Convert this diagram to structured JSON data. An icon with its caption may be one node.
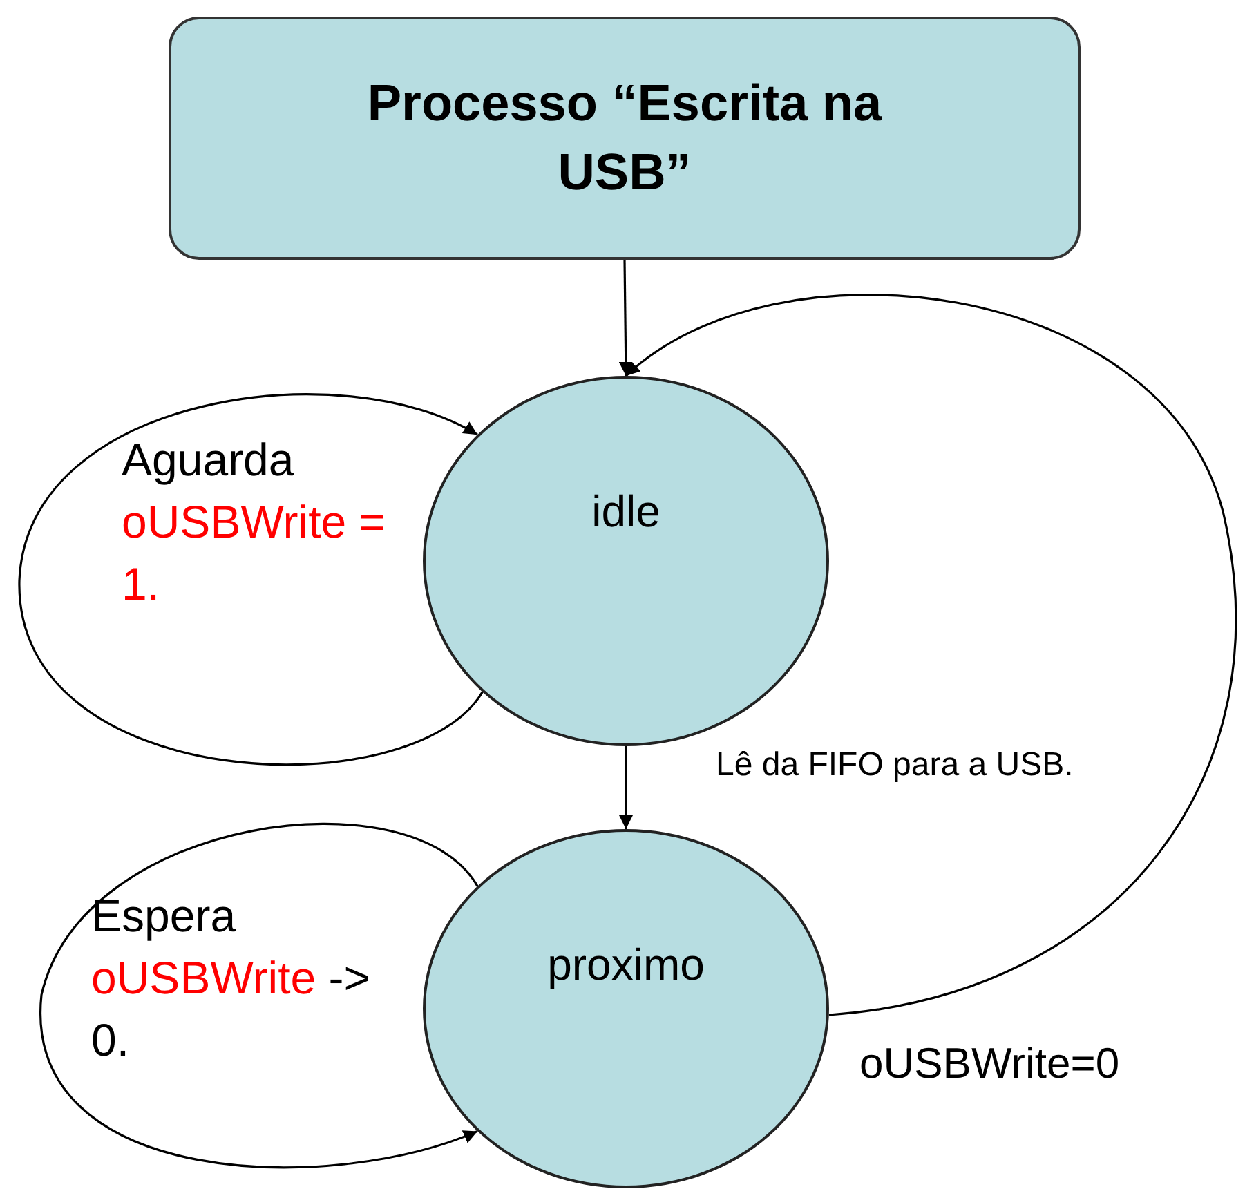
{
  "diagram": {
    "nodes": [
      {
        "text": [
          "Processo “Escrita na USB”"
        ]
      },
      {
        "text": [
          "idle"
        ]
      },
      {
        "text": [
          "proximo"
        ]
      }
    ],
    "edges": [
      {
        "from": 0,
        "to": 1,
        "arrow": "to"
      },
      {
        "from": 1,
        "to": 1,
        "arrow": "to",
        "label": "Aguarda *oUSBWrite = 1.*"
      },
      {
        "from": 1,
        "to": 2,
        "arrow": "to",
        "label": "Lê da FIFO para a USB."
      },
      {
        "from": 2,
        "to": 2,
        "arrow": "to",
        "label": "Espera *oUSBWrite* -> 0."
      },
      {
        "from": 2,
        "to": 1,
        "arrow": "to",
        "label": "oUSBWrite=0"
      }
    ]
  }
}
